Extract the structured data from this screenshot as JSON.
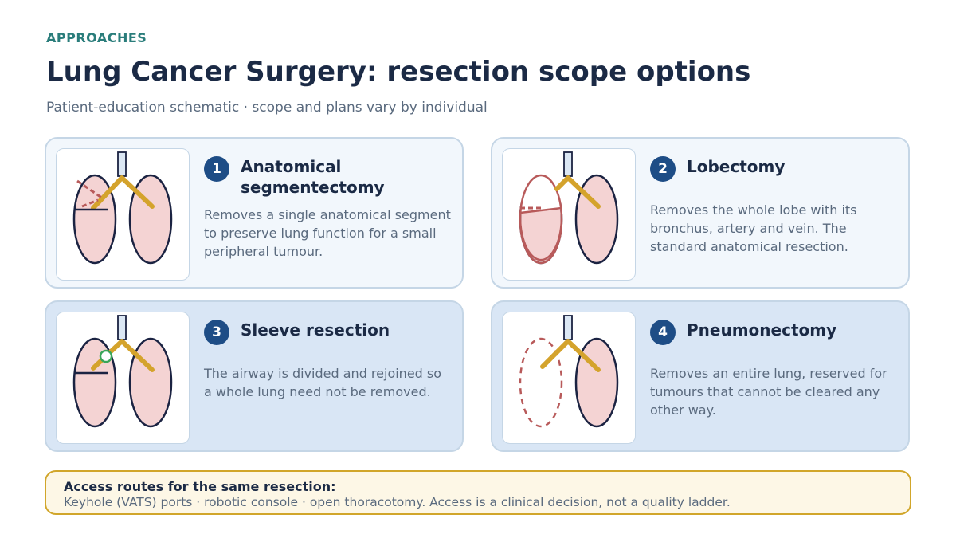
{
  "header": {
    "eyebrow": "APPROACHES",
    "title": "Lung Cancer Surgery: resection scope options",
    "subtitle": "Patient-education schematic · scope and plans vary by individual"
  },
  "cards": [
    {
      "number": "1",
      "title": "Anatomical segmentectomy",
      "description": "Removes a single anatomical segment to preserve lung function for a small peripheral tumour."
    },
    {
      "number": "2",
      "title": "Lobectomy",
      "description": "Removes the whole lobe with its bronchus, artery and vein. The standard anatomical resection."
    },
    {
      "number": "3",
      "title": "Sleeve resection",
      "description": "The airway is divided and rejoined so a whole lung need not be removed."
    },
    {
      "number": "4",
      "title": "Pneumonectomy",
      "description": "Removes an entire lung, reserved for tumours that cannot be cleared any other way."
    }
  ],
  "note": {
    "title": "Access routes for the same resection:",
    "text": "Keyhole (VATS) ports · robotic console · open thoracotomy. Access is a clinical decision, not a quality ladder."
  },
  "colors": {
    "lung_fill": "#f4d3d3",
    "lung_outline": "#1b2342",
    "airway": "#d4a32c",
    "resected": "#b85a5a",
    "anastomosis": "#3aa65a",
    "badge": "#1e4d86",
    "teal_accent": "#2a7d7b"
  }
}
